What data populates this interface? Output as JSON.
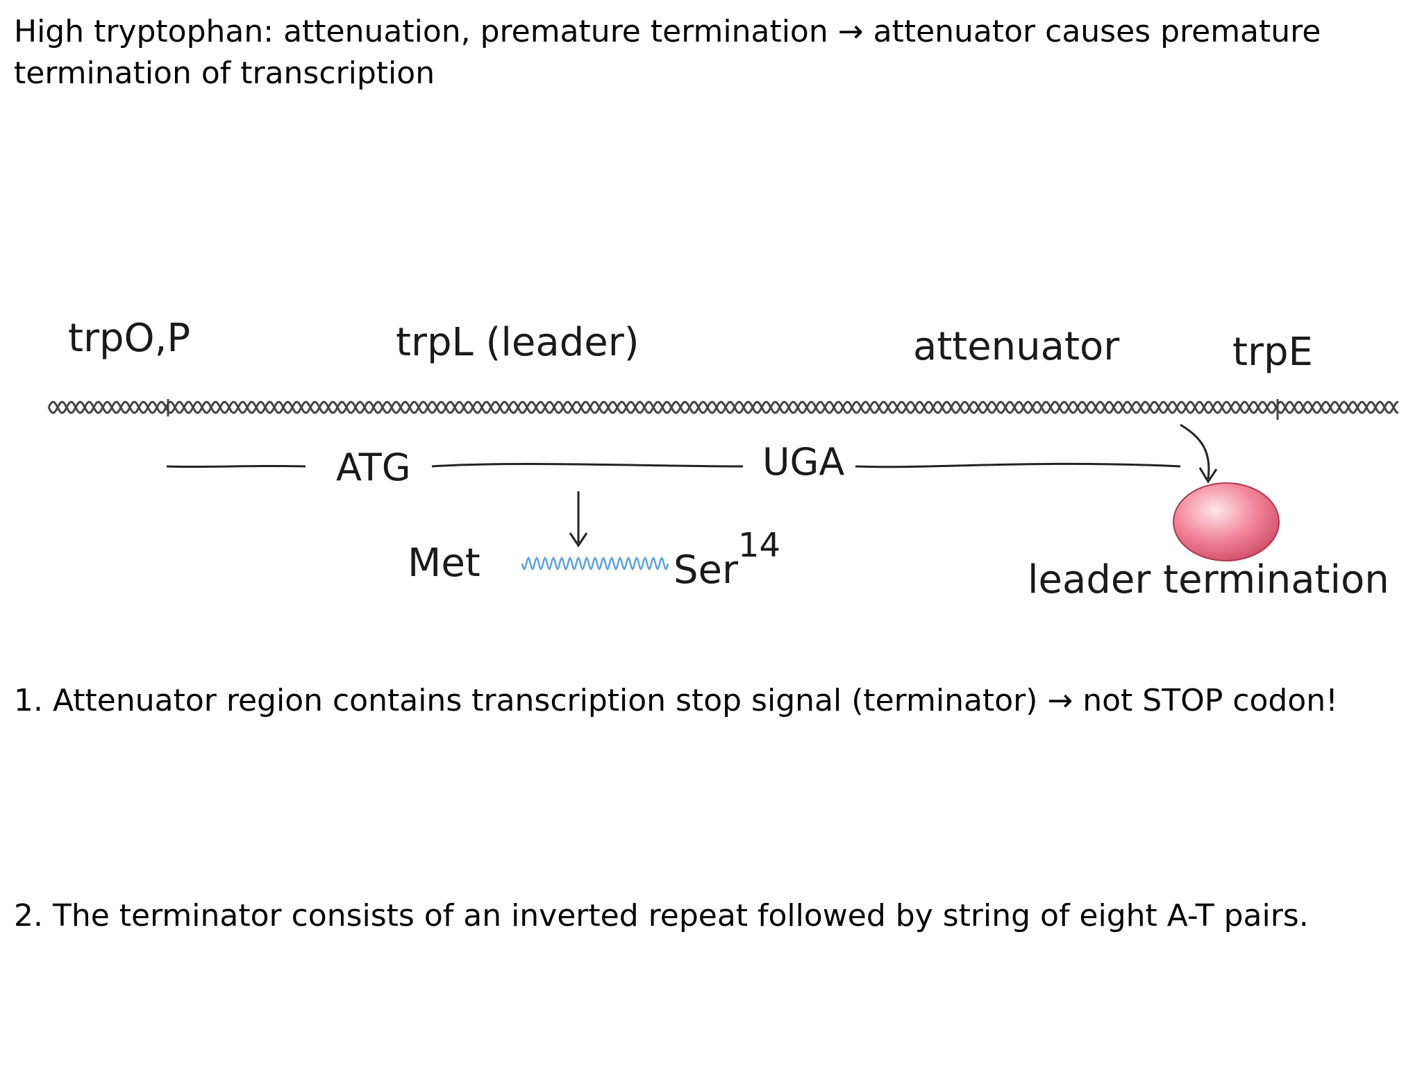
{
  "heading": {
    "line1_before_arrow": "High tryptophan: attenuation, premature termination",
    "arrow": "→",
    "line1_after_arrow": "attenuator causes premature",
    "line2": "termination of transcription"
  },
  "diagram": {
    "labels": {
      "trpOP": "trpO,P",
      "trpL": "trpL (leader)",
      "attenuator": "attenuator",
      "trpE": "trpE",
      "atg": "ATG",
      "uga": "UGA",
      "met": "Met",
      "ser": "Ser",
      "ser_superscript": "14",
      "leader_termination": "leader termination"
    },
    "colors": {
      "dna_helix": "#444444",
      "peptide": "#5ba3d9",
      "polymerase_fill": "#f2849a",
      "polymerase_edge": "#b0384f",
      "text": "#1a1a1a"
    }
  },
  "points": [
    {
      "before_arrow": "1. Attenuator region contains transcription stop signal (terminator)",
      "arrow": "→",
      "after_arrow": "not STOP codon!"
    },
    {
      "text": "2. The terminator consists of an inverted repeat followed by string of eight A-T pairs."
    }
  ]
}
